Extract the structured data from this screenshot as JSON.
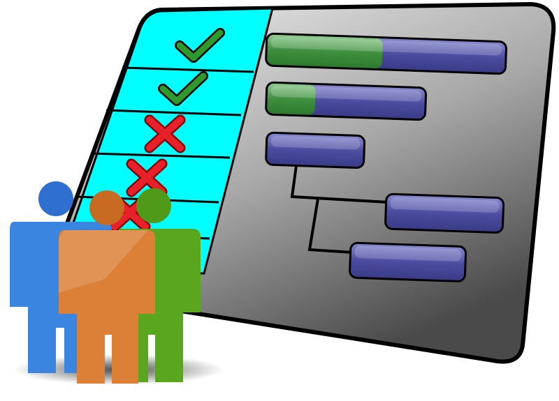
{
  "colors": {
    "panel_light": "#f2f2f2",
    "panel_dark": "#4a4a4a",
    "checklist": "#00ffff",
    "check": "#2e9a2e",
    "cross": "#e8202a",
    "bar_blue": "#4a4a9a",
    "bar_green": "#3f8f3f",
    "person_blue": "#3a7fd8",
    "person_orange": "#d87a30",
    "person_green": "#5aa61e"
  },
  "checklist": [
    "check",
    "check",
    "cross",
    "cross",
    "cross"
  ],
  "tasks": [
    {
      "progress": 0.48
    },
    {
      "progress": 0.3
    },
    {
      "progress": 0
    },
    {
      "progress": 0
    },
    {
      "progress": 0
    }
  ]
}
